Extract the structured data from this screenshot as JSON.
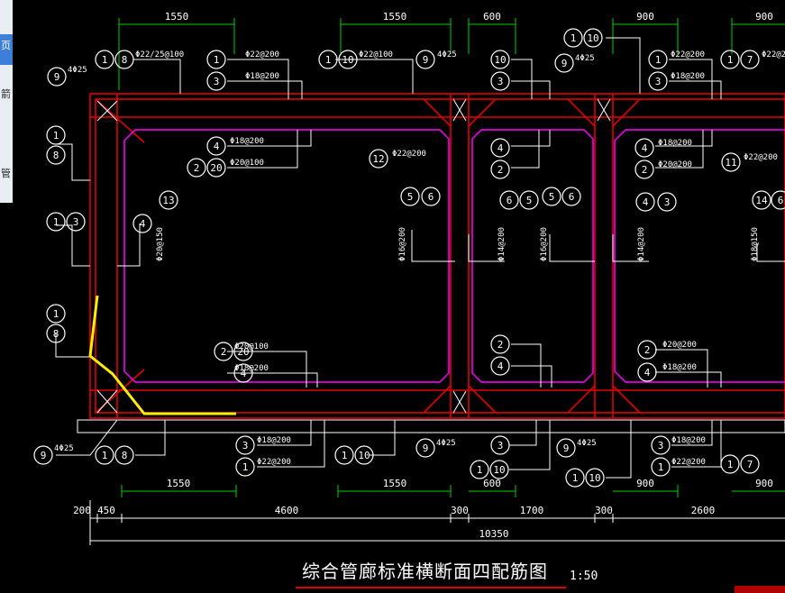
{
  "left_strip": {
    "tab": "页",
    "text1": "箭",
    "text2": "管"
  },
  "drawing": {
    "title": "综合管廊标准横断面四配筋图",
    "scale": "1:50"
  },
  "dims": {
    "top": [
      "1550",
      "1550",
      "600",
      "900",
      "900"
    ],
    "bottom_row1": [
      "1550",
      "1550",
      "600",
      "900",
      "900"
    ],
    "bottom_row2": [
      "200",
      "450",
      "4600",
      "300",
      "1700",
      "300",
      "2600"
    ],
    "total": "10350"
  },
  "rebar_notes": [
    "Φ22/25@100",
    "Φ22@200",
    "Φ18@200",
    "Φ22@100",
    "4Φ25",
    "Φ18@200",
    "Φ20@100",
    "Φ22@200",
    "Φ18@200",
    "Φ20@200",
    "Φ20@150",
    "Φ16@200",
    "Φ14@200",
    "Φ18@150",
    "Φ18@200",
    "Φ18@200"
  ],
  "ui": {
    "accent": "#3d7ed8",
    "rebar": "#e00000",
    "wall": "#ff00ff",
    "dim": "#00cc00",
    "annot": "#ffffff",
    "highlight": "#ffee00"
  }
}
